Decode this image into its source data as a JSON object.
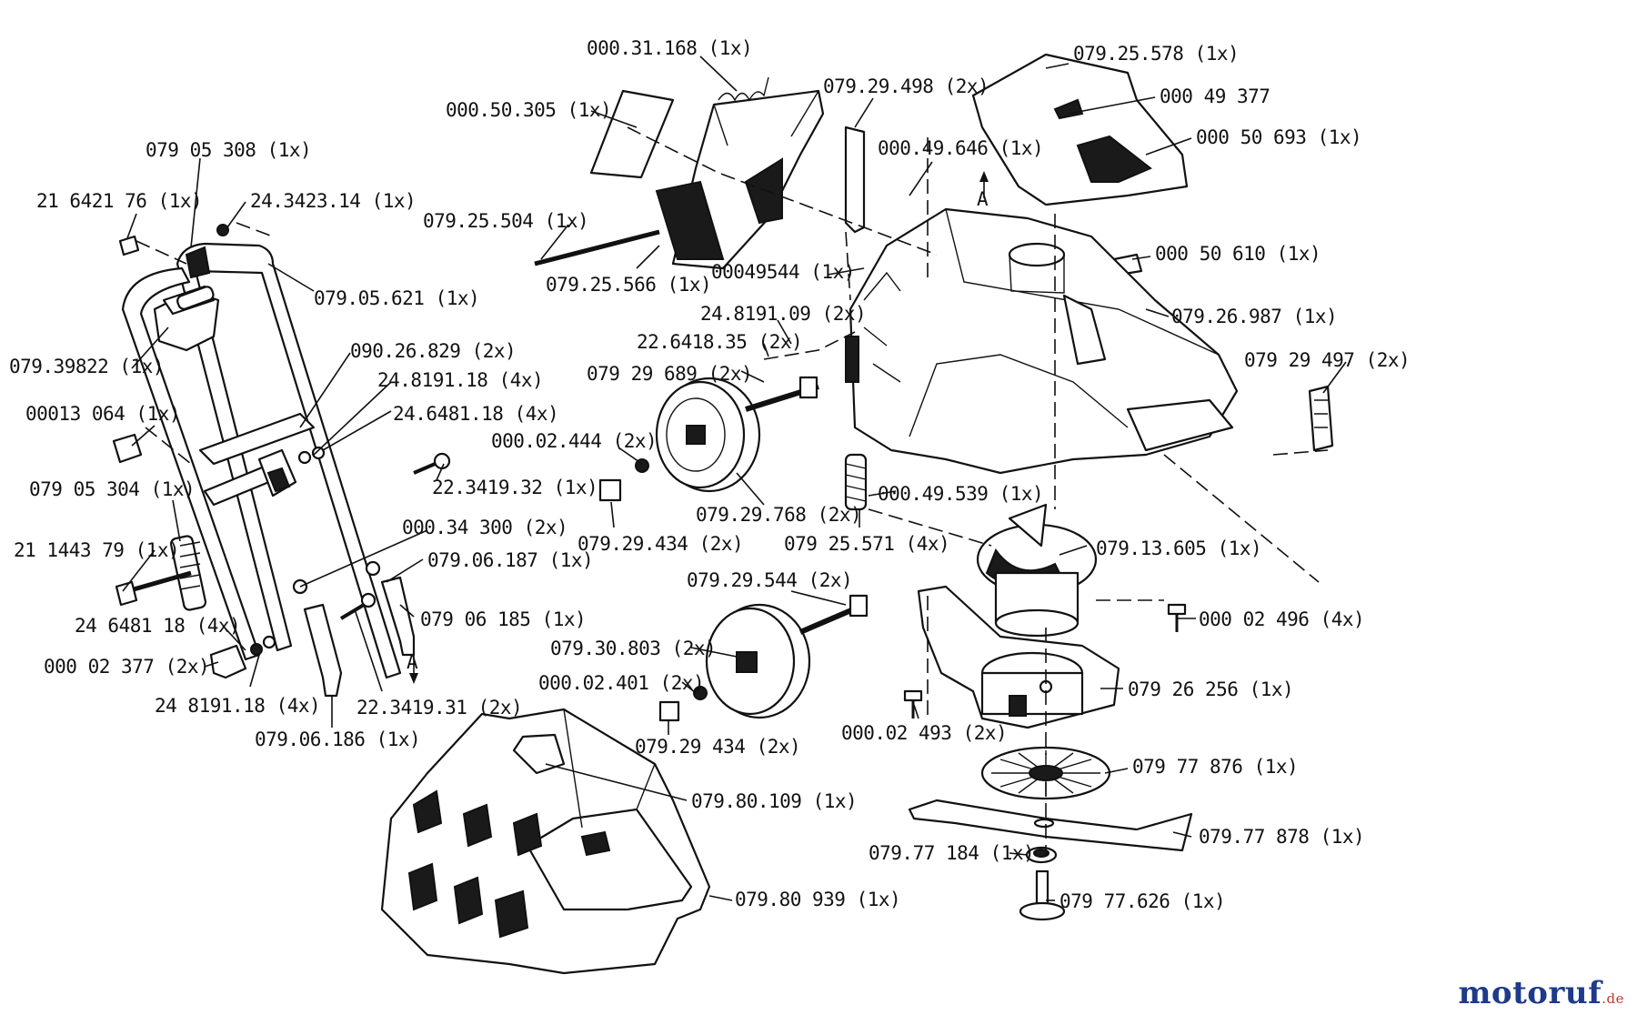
{
  "labels": [
    {
      "id": "l01",
      "text": "000.31.168 (1x)"
    },
    {
      "id": "l02",
      "text": "079.25.578 (1x)"
    },
    {
      "id": "l03",
      "text": "079.29.498 (2x)"
    },
    {
      "id": "l04",
      "text": "000 49 377"
    },
    {
      "id": "l05",
      "text": "000.50.305 (1x)"
    },
    {
      "id": "l06",
      "text": "000 50 693 (1x)"
    },
    {
      "id": "l07",
      "text": "000.49.646 (1x)"
    },
    {
      "id": "l08",
      "text": "079 05 308 (1x)"
    },
    {
      "id": "l09",
      "text": "21 6421 76 (1x)"
    },
    {
      "id": "l10",
      "text": "24.3423.14 (1x)"
    },
    {
      "id": "l11",
      "text": "079.25.504 (1x)"
    },
    {
      "id": "l12",
      "text": "000 50 610 (1x)"
    },
    {
      "id": "l13",
      "text": "00049544 (1x)"
    },
    {
      "id": "l14",
      "text": "079.25.566 (1x)"
    },
    {
      "id": "l15",
      "text": "079.05.621 (1x)"
    },
    {
      "id": "l16",
      "text": "079.26.987 (1x)"
    },
    {
      "id": "l17",
      "text": "24.8191.09 (2x)"
    },
    {
      "id": "l18",
      "text": "22.6418.35 (2x)"
    },
    {
      "id": "l19",
      "text": "090.26.829 (2x)"
    },
    {
      "id": "l20",
      "text": "079 29 497 (2x)"
    },
    {
      "id": "l21",
      "text": "079.39822 (1x)"
    },
    {
      "id": "l22",
      "text": "079 29 689 (2x)"
    },
    {
      "id": "l23",
      "text": "24.8191.18 (4x)"
    },
    {
      "id": "l24",
      "text": "24.6481.18 (4x)"
    },
    {
      "id": "l25",
      "text": "00013 064 (1x)"
    },
    {
      "id": "l26",
      "text": "000.02.444 (2x)"
    },
    {
      "id": "l27",
      "text": "22.3419.32 (1x)"
    },
    {
      "id": "l28",
      "text": "079 05 304 (1x)"
    },
    {
      "id": "l29",
      "text": "000.49.539 (1x)"
    },
    {
      "id": "l30",
      "text": "079.29.768 (2x)"
    },
    {
      "id": "l31",
      "text": "000.34 300 (2x)"
    },
    {
      "id": "l32",
      "text": "079.29.434 (2x)"
    },
    {
      "id": "l33",
      "text": "079 25.571 (4x)"
    },
    {
      "id": "l34",
      "text": "079.13.605 (1x)"
    },
    {
      "id": "l35",
      "text": "21 1443 79 (1x)"
    },
    {
      "id": "l36",
      "text": "079.06.187 (1x)"
    },
    {
      "id": "l37",
      "text": "079.29.544 (2x)"
    },
    {
      "id": "l38",
      "text": "24 6481 18 (4x)"
    },
    {
      "id": "l39",
      "text": "079 06 185 (1x)"
    },
    {
      "id": "l40",
      "text": "000 02 496 (4x)"
    },
    {
      "id": "l41",
      "text": "079.30.803 (2x)"
    },
    {
      "id": "l42",
      "text": "000 02 377 (2x)"
    },
    {
      "id": "l43",
      "text": "000.02.401 (2x)"
    },
    {
      "id": "l44",
      "text": "079 26 256 (1x)"
    },
    {
      "id": "l45",
      "text": "24 8191.18 (4x)"
    },
    {
      "id": "l46",
      "text": "22.3419.31 (2x)"
    },
    {
      "id": "l47",
      "text": "079.29 434 (2x)"
    },
    {
      "id": "l48",
      "text": "000.02 493 (2x)"
    },
    {
      "id": "l49",
      "text": "079.06.186 (1x)"
    },
    {
      "id": "l50",
      "text": "079 77 876 (1x)"
    },
    {
      "id": "l51",
      "text": "079.80.109 (1x)"
    },
    {
      "id": "l52",
      "text": "079.77 878 (1x)"
    },
    {
      "id": "l53",
      "text": "079.77 184 (1x)"
    },
    {
      "id": "l54",
      "text": "079.80 939 (1x)"
    },
    {
      "id": "l55",
      "text": "079 77.626 (1x)"
    }
  ],
  "section_marks": [
    "A",
    "A"
  ],
  "watermark": {
    "brand": "motoruf",
    "domain": ".de",
    "brand_color": "#1e3a8a",
    "dot_color": "#c0392b"
  }
}
